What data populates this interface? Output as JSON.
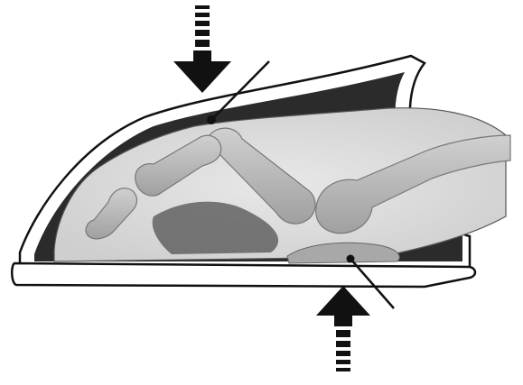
{
  "figure": {
    "subject": "toe-in-shoe",
    "arrows": [
      {
        "name": "downward-pressure-arrow",
        "direction": "down"
      },
      {
        "name": "upward-pressure-arrow",
        "direction": "up"
      }
    ],
    "pointers": [
      {
        "name": "joint-pointer-line",
        "target": "toe-joint-dot"
      },
      {
        "name": "sole-pointer-line",
        "target": "ball-callus-dot"
      }
    ],
    "colors": {
      "ink": "#111111",
      "shoe_interior": "#2b2b2b",
      "skin": "#e2e2e2",
      "bone": "#b9b9b9",
      "callus": "#a8a8a8",
      "sole": "#ffffff"
    }
  }
}
